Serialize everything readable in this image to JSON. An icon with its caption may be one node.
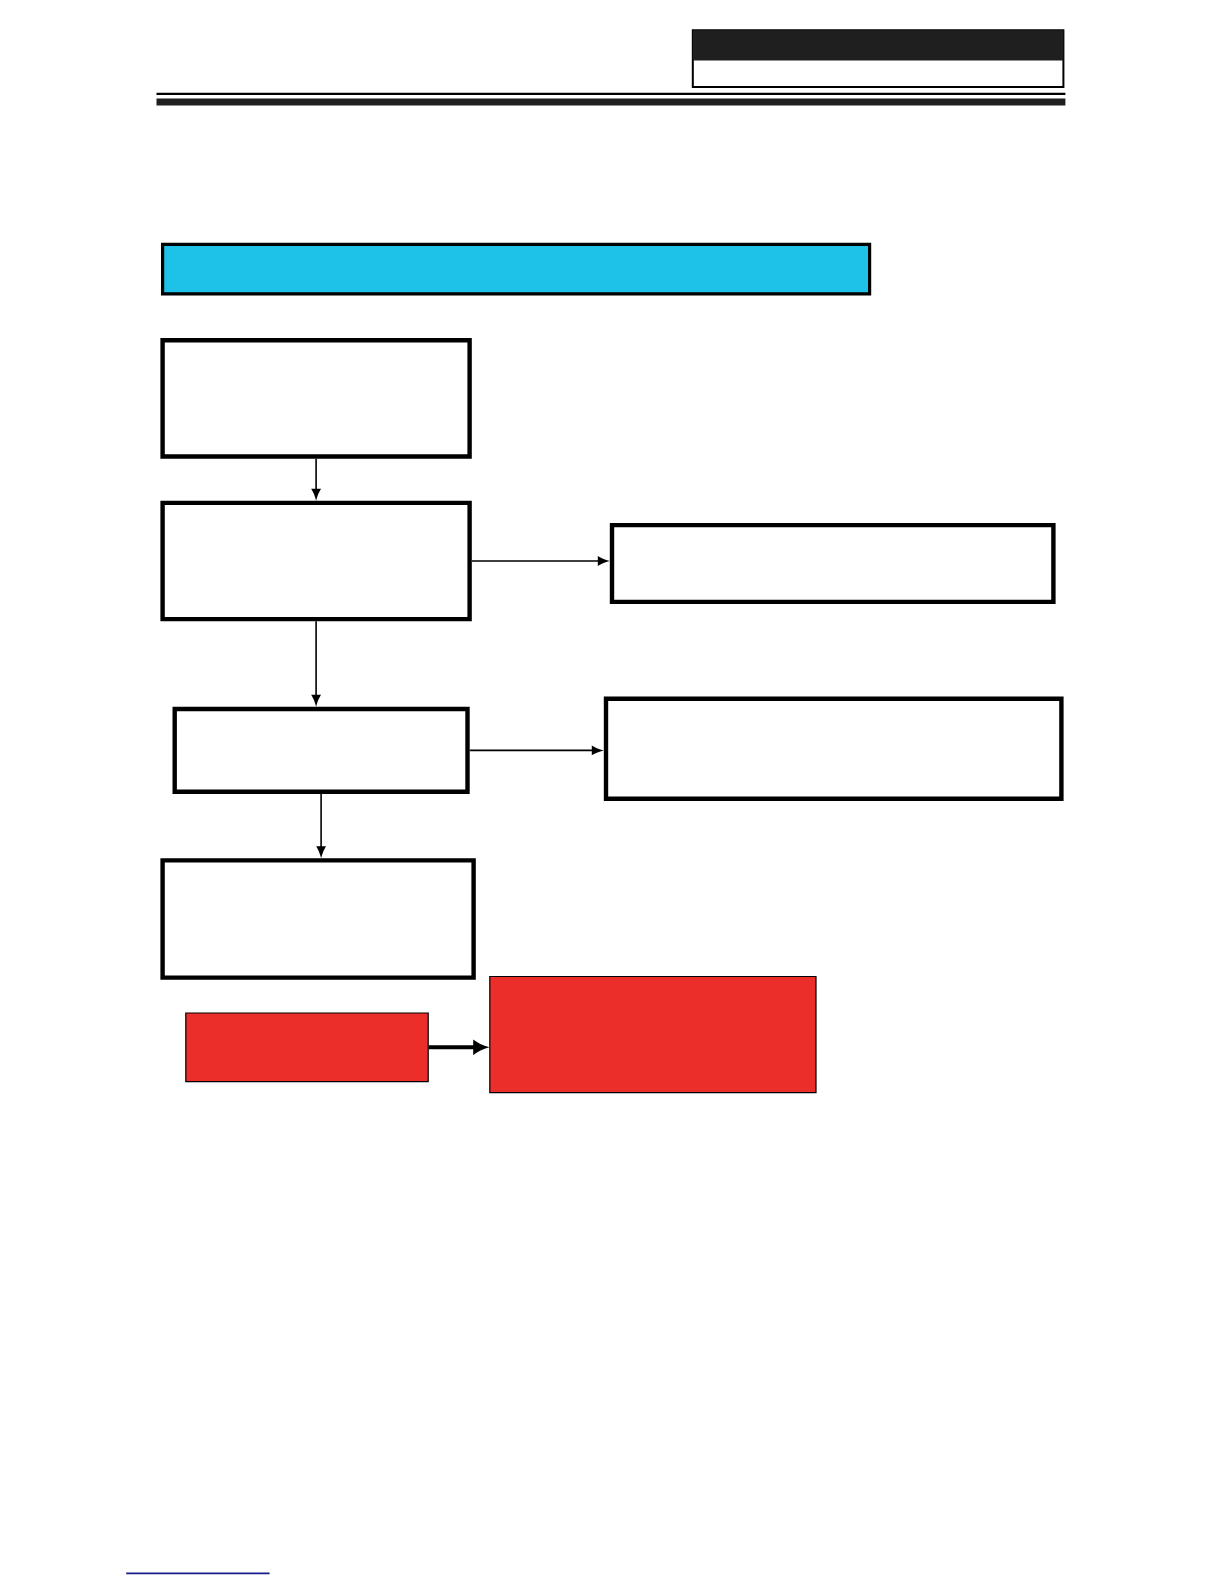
{
  "diagram": {
    "nodes": [
      {
        "text": [],
        "shape": "box"
      },
      {
        "text": [],
        "shape": "box"
      },
      {
        "text": [],
        "shape": "box"
      },
      {
        "text": [],
        "shape": "box"
      },
      {
        "text": [],
        "shape": "box"
      },
      {
        "text": [],
        "shape": "box"
      },
      {
        "text": [],
        "shape": "box"
      },
      {
        "text": [],
        "shape": "box"
      },
      {
        "text": [],
        "shape": "box"
      }
    ],
    "edges": [
      {
        "from": 1,
        "to": 2,
        "arrow": "to"
      },
      {
        "from": 2,
        "to": 3,
        "arrow": "to"
      },
      {
        "from": 2,
        "to": 4,
        "arrow": "to"
      },
      {
        "from": 4,
        "to": 5,
        "arrow": "to"
      },
      {
        "from": 4,
        "to": 6,
        "arrow": "to"
      },
      {
        "from": 7,
        "to": 8,
        "arrow": "to",
        "style": "thick"
      }
    ]
  }
}
